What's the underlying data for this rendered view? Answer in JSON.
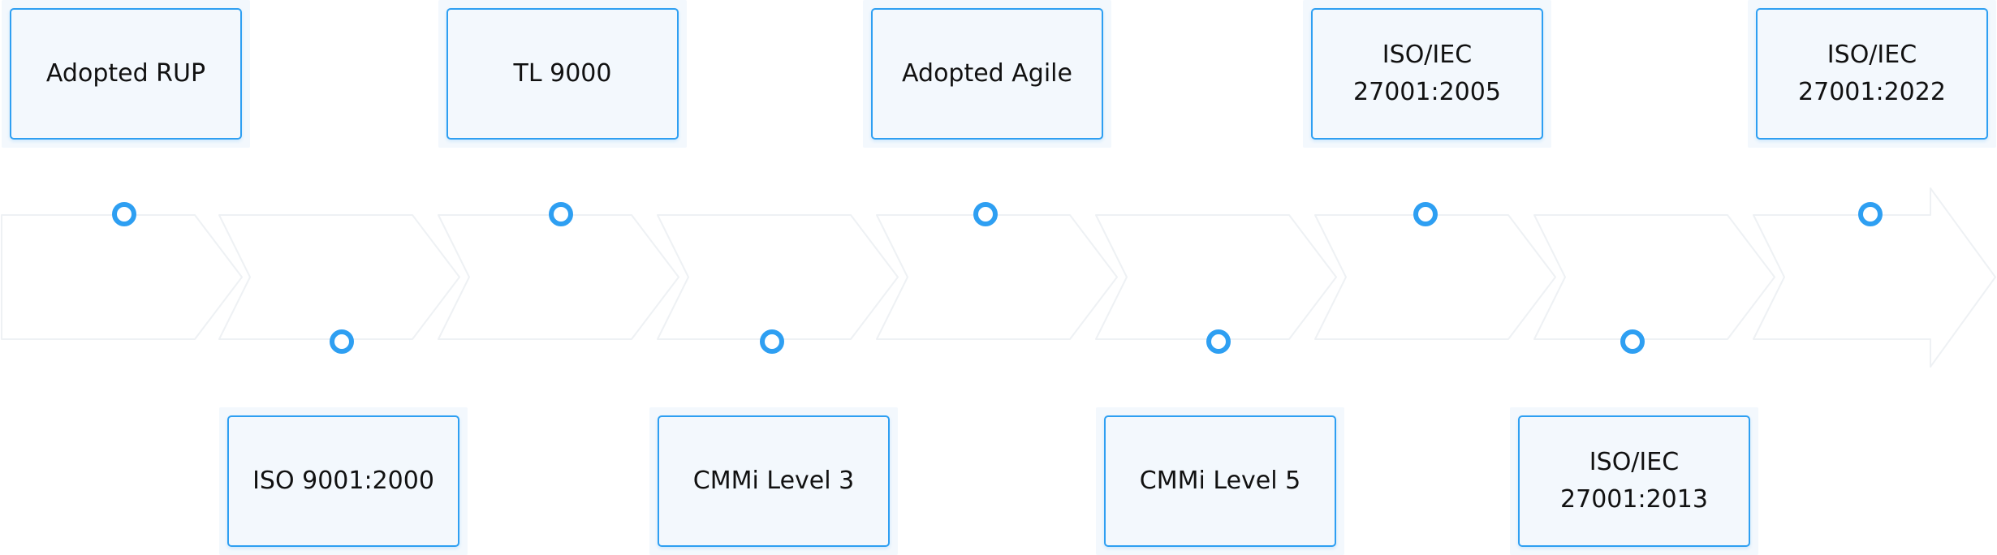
{
  "colors": {
    "accent": "#2e9ff2",
    "card_fill": "#f3f8fd",
    "arrow_stroke": "#eef1f4",
    "text": "#111111"
  },
  "milestones": [
    {
      "label": "Adopted RUP",
      "position": "top"
    },
    {
      "label": "ISO 9001:2000",
      "position": "bottom"
    },
    {
      "label": "TL 9000",
      "position": "top"
    },
    {
      "label": "CMMi Level 3",
      "position": "bottom"
    },
    {
      "label": "Adopted Agile",
      "position": "top"
    },
    {
      "label": "CMMi Level 5",
      "position": "bottom"
    },
    {
      "label": "ISO/IEC\n27001:2005",
      "position": "top"
    },
    {
      "label": "ISO/IEC\n27001:2013",
      "position": "bottom"
    },
    {
      "label": "ISO/IEC\n27001:2022",
      "position": "top"
    }
  ]
}
